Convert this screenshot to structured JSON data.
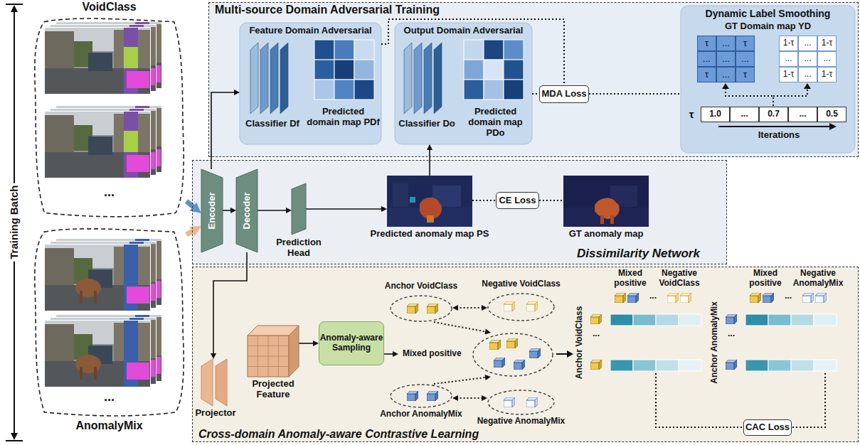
{
  "diagram": {
    "nodes": [
      {
        "text": [
          "VoidClass",
          "..."
        ]
      },
      {
        "text": [
          "...",
          "AnomalyMix"
        ]
      },
      {
        "text": [
          "Multi-source Domain Adversarial Training"
        ]
      },
      {
        "text": [
          "Feature Domain Adversarial",
          "Classifier Df",
          "Predicted domain map PDf"
        ],
        "in": 2
      },
      {
        "text": [
          "Output Domain Adversarial",
          "Classifier Do",
          "Predicted domain map PDo"
        ],
        "in": 2
      },
      {
        "text": [
          "MDA Loss"
        ],
        "in": 2
      },
      {
        "text": [
          "Dynamic Label Smoothing",
          "GT Domain map YD"
        ],
        "in": 2
      },
      {
        "text": [
          "Dissimilarity Network"
        ]
      },
      {
        "text": [
          "Encoder"
        ],
        "in": 7
      },
      {
        "text": [
          "Decoder"
        ],
        "in": 7
      },
      {
        "text": [
          "Prediction Head"
        ],
        "in": 7
      },
      {
        "text": [
          "Predicted anomaly map PS"
        ],
        "in": 7
      },
      {
        "text": [
          "CE Loss"
        ],
        "in": 7
      },
      {
        "text": [
          "GT anomaly map"
        ],
        "in": 7
      },
      {
        "text": [
          "Cross-domain Anomaly-aware Contrastive Learning"
        ]
      },
      {
        "text": [
          "Projector"
        ],
        "in": 14
      },
      {
        "text": [
          "Projected Feature"
        ],
        "in": 14
      },
      {
        "text": [
          "Anomaly-aware Sampling"
        ],
        "in": 14
      },
      {
        "text": [
          "Anchor VoidClass"
        ],
        "in": 14
      },
      {
        "text": [
          "Negative VoidClass"
        ],
        "in": 14
      },
      {
        "text": [
          "Mixed positive"
        ],
        "in": 14
      },
      {
        "text": [
          "Anchor AnomalyMix"
        ],
        "in": 14
      },
      {
        "text": [
          "Negative AnomalyMix"
        ],
        "in": 14
      },
      {
        "text": [
          "CAC Loss"
        ],
        "in": 14
      }
    ],
    "edges": [
      {
        "from": 0,
        "to": 8,
        "arrow": "to"
      },
      {
        "from": 1,
        "to": 8,
        "arrow": "to"
      },
      {
        "from": 8,
        "to": 9,
        "arrow": "to"
      },
      {
        "from": 9,
        "to": 10,
        "arrow": "to"
      },
      {
        "from": 10,
        "to": 11,
        "arrow": "to"
      },
      {
        "from": 11,
        "to": 12,
        "arrow": "none"
      },
      {
        "from": 12,
        "to": 13,
        "arrow": "none"
      },
      {
        "from": 8,
        "to": 3,
        "arrow": "to"
      },
      {
        "from": 11,
        "to": 4,
        "arrow": "to"
      },
      {
        "from": 3,
        "to": 5,
        "arrow": "none"
      },
      {
        "from": 4,
        "to": 5,
        "arrow": "none"
      },
      {
        "from": 5,
        "to": 6,
        "arrow": "none"
      },
      {
        "from": 9,
        "to": 15,
        "arrow": "to"
      },
      {
        "from": 16,
        "to": 17,
        "arrow": "to"
      },
      {
        "from": 17,
        "to": 20,
        "arrow": "to"
      },
      {
        "from": 18,
        "to": 19,
        "arrow": "both"
      },
      {
        "from": 18,
        "to": 20,
        "arrow": "to"
      },
      {
        "from": 21,
        "to": 20,
        "arrow": "to"
      },
      {
        "from": 21,
        "to": 22,
        "arrow": "both"
      }
    ],
    "labels": [
      "Training Batch",
      "τ",
      "...",
      "τ",
      "...",
      "...",
      "...",
      "τ",
      "...",
      "τ",
      "1-τ",
      "...",
      "1-τ",
      "...",
      "...",
      "...",
      "1-τ",
      "...",
      "1-τ",
      "τ",
      "1.0",
      "...",
      "0.7",
      "...",
      "0.5",
      "Iterations",
      "Mixed positive",
      "Negative VoidClass",
      "Anchor VoidClass",
      "...",
      "...",
      "Mixed positive",
      "Negative AnomalyMix",
      "Anchor AnomalyMix",
      "...",
      "..."
    ]
  }
}
